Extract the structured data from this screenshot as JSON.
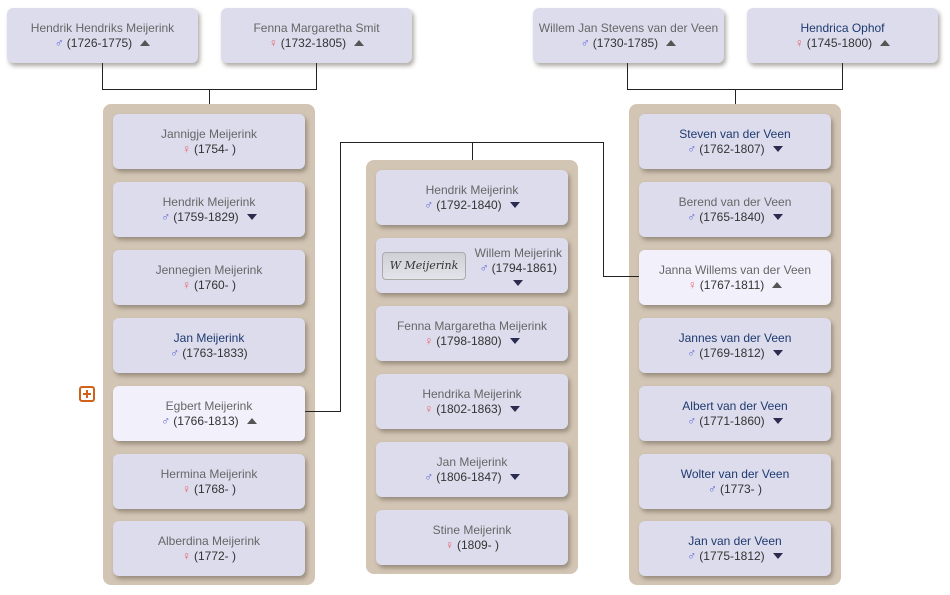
{
  "grandparents": [
    {
      "name": "Hendrik Hendriks Meijerink",
      "sex": "male",
      "years": "(1726-1775)",
      "toggle": "up",
      "link": false
    },
    {
      "name": "Fenna Margaretha Smit",
      "sex": "female",
      "years": "(1732-1805)",
      "toggle": "up",
      "link": false
    },
    {
      "name": "Willem Jan Stevens van der Veen",
      "sex": "male",
      "years": "(1730-1785)",
      "toggle": "up",
      "link": false
    },
    {
      "name": "Hendrica Ophof",
      "sex": "female",
      "years": "(1745-1800)",
      "toggle": "up",
      "link": true
    }
  ],
  "left_siblings": [
    {
      "name": "Jannigje Meijerink",
      "sex": "female",
      "years": "(1754- )",
      "toggle": "",
      "link": false
    },
    {
      "name": "Hendrik Meijerink",
      "sex": "male",
      "years": "(1759-1829)",
      "toggle": "down",
      "link": false
    },
    {
      "name": "Jennegien Meijerink",
      "sex": "female",
      "years": "(1760- )",
      "toggle": "",
      "link": false
    },
    {
      "name": "Jan Meijerink",
      "sex": "male",
      "years": "(1763-1833)",
      "toggle": "",
      "link": true
    },
    {
      "name": "Egbert Meijerink",
      "sex": "male",
      "years": "(1766-1813)",
      "toggle": "up",
      "link": false,
      "selected": true
    },
    {
      "name": "Hermina Meijerink",
      "sex": "female",
      "years": "(1768- )",
      "toggle": "",
      "link": false
    },
    {
      "name": "Alberdina Meijerink",
      "sex": "female",
      "years": "(1772- )",
      "toggle": "",
      "link": false
    }
  ],
  "children": [
    {
      "name": "Hendrik Meijerink",
      "sex": "male",
      "years": "(1792-1840)",
      "toggle": "down",
      "link": false
    },
    {
      "name": "Willem Meijerink",
      "sex": "male",
      "years": "(1794-1861)",
      "toggle": "down",
      "link": false,
      "signature": "W Meijerink"
    },
    {
      "name": "Fenna Margaretha Meijerink",
      "sex": "female",
      "years": "(1798-1880)",
      "toggle": "down",
      "link": false
    },
    {
      "name": "Hendrika Meijerink",
      "sex": "female",
      "years": "(1802-1863)",
      "toggle": "down",
      "link": false
    },
    {
      "name": "Jan Meijerink",
      "sex": "male",
      "years": "(1806-1847)",
      "toggle": "down",
      "link": false
    },
    {
      "name": "Stine Meijerink",
      "sex": "female",
      "years": "(1809- )",
      "toggle": "",
      "link": false
    }
  ],
  "right_siblings": [
    {
      "name": "Steven van der Veen",
      "sex": "male",
      "years": "(1762-1807)",
      "toggle": "down",
      "link": true
    },
    {
      "name": "Berend van der Veen",
      "sex": "male",
      "years": "(1765-1840)",
      "toggle": "down",
      "link": false
    },
    {
      "name": "Janna Willems van der Veen",
      "sex": "female",
      "years": "(1767-1811)",
      "toggle": "up",
      "link": false,
      "selected": true
    },
    {
      "name": "Jannes van der Veen",
      "sex": "male",
      "years": "(1769-1812)",
      "toggle": "down",
      "link": true
    },
    {
      "name": "Albert van der Veen",
      "sex": "male",
      "years": "(1771-1860)",
      "toggle": "down",
      "link": true
    },
    {
      "name": "Wolter van der Veen",
      "sex": "male",
      "years": "(1773- )",
      "toggle": "",
      "link": true
    },
    {
      "name": "Jan van der Veen",
      "sex": "male",
      "years": "(1775-1812)",
      "toggle": "down",
      "link": true
    }
  ],
  "symbols": {
    "male": "♂",
    "female": "♀"
  },
  "icons": {
    "expand": "plus-square-icon",
    "expand_color": "#d0601a"
  }
}
